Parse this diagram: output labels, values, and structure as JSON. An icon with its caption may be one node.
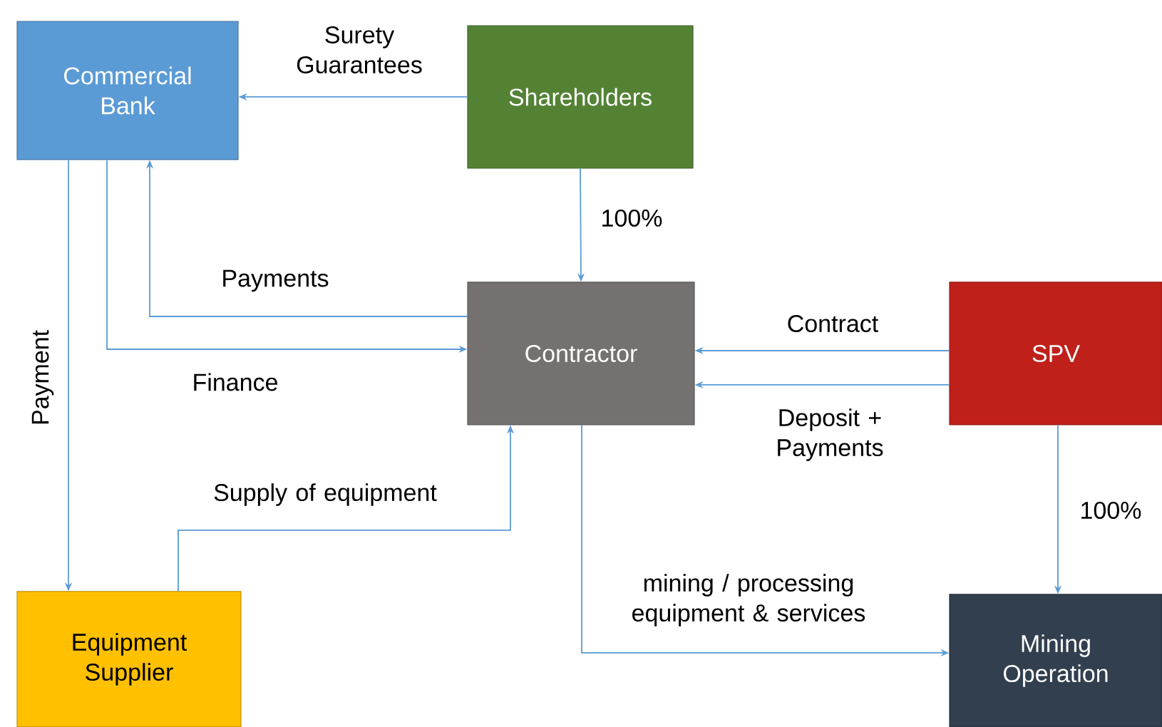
{
  "diagram": {
    "nodes": [
      {
        "text": [
          "Commercial Bank"
        ]
      },
      {
        "text": [
          "Shareholders"
        ]
      },
      {
        "text": [
          "Contractor"
        ]
      },
      {
        "text": [
          "SPV"
        ]
      },
      {
        "text": [
          "Equipment Supplier"
        ]
      },
      {
        "text": [
          "Mining Operation"
        ]
      }
    ],
    "edges": [
      {
        "from": 1,
        "to": 0,
        "arrow": "to",
        "label": "Surety Guarantees"
      },
      {
        "from": 1,
        "to": 2,
        "arrow": "to",
        "label": "100%"
      },
      {
        "from": 2,
        "to": 0,
        "arrow": "to",
        "label": "Payments"
      },
      {
        "from": 0,
        "to": 2,
        "arrow": "to",
        "label": "Finance"
      },
      {
        "from": 0,
        "to": 4,
        "arrow": "to",
        "label": "Payment"
      },
      {
        "from": 3,
        "to": 2,
        "arrow": "to",
        "label": "Contract"
      },
      {
        "from": 3,
        "to": 2,
        "arrow": "to",
        "label": "Deposit + Payments"
      },
      {
        "from": 4,
        "to": 2,
        "arrow": "to",
        "label": "Supply of equipment"
      },
      {
        "from": 2,
        "to": 5,
        "arrow": "to",
        "label": "mining / processing equipment & services"
      },
      {
        "from": 3,
        "to": 5,
        "arrow": "to",
        "label": "100%"
      }
    ]
  }
}
